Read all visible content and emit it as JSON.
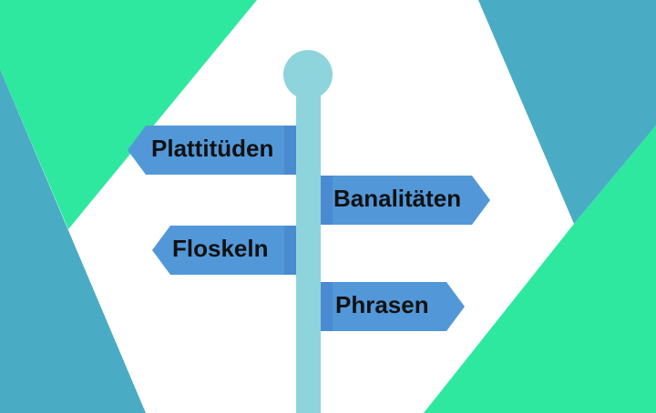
{
  "colors": {
    "green": "#2ee8a0",
    "teal_blue": "#4aabc4",
    "sign": "#5298d9",
    "sign_dark": "#4a8ad0",
    "post": "#8ed4dc"
  },
  "signs": {
    "plattituden": "Plattitüden",
    "banalitaten": "Banalitäten",
    "floskeln": "Floskeln",
    "phrasen": "Phrasen"
  }
}
